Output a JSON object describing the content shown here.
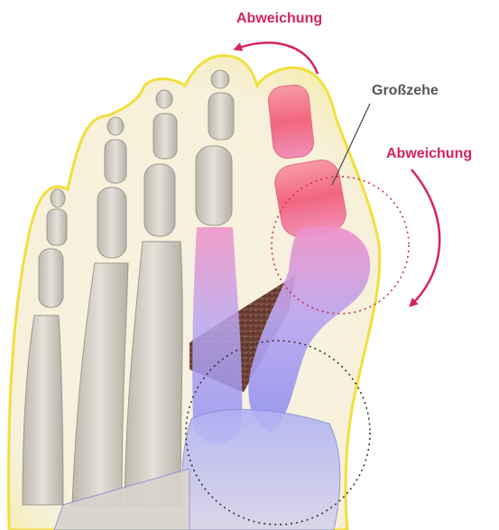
{
  "labels": {
    "deviation_top": "Abweichung",
    "deviation_right": "Abweichung",
    "big_toe": "Großzehe"
  },
  "colors": {
    "accent": "#d4235f",
    "label_text": "#555555",
    "bone": "#d9d6cf",
    "bone_shade": "#b3aea2",
    "skin_glow": "#f2e14a",
    "toe_highlight": "#f06a80",
    "joint_highlight": "#8f8ff0",
    "wedge": "#6b3f33"
  },
  "icons": [
    "curved-arrow-icon",
    "curved-arrow-icon"
  ]
}
